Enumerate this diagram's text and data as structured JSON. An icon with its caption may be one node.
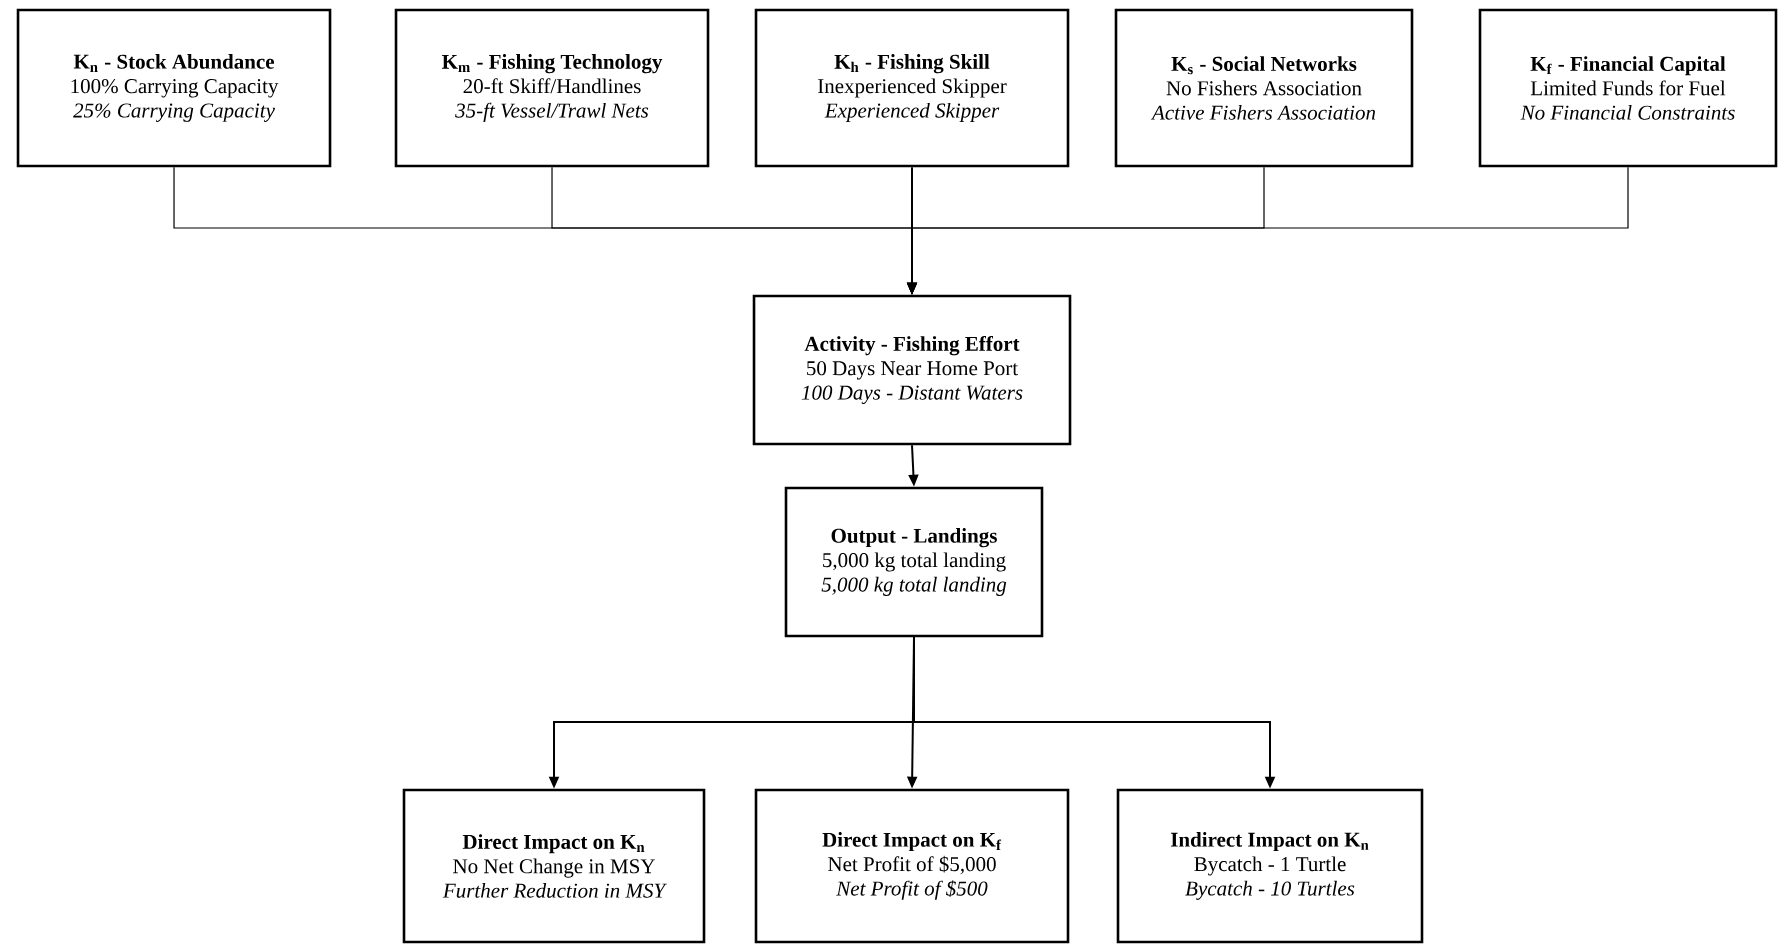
{
  "diagram": {
    "nodes": [
      {
        "text": [
          "K$_{n}$ - Stock Abundance",
          "100% Carrying Capacity",
          "25% Carrying Capacity"
        ]
      },
      {
        "text": [
          "K$_{m}$ - Fishing Technology",
          "20-ft Skiff/Handlines",
          "35-ft Vessel/Trawl Nets"
        ]
      },
      {
        "text": [
          "K$_{h}$ - Fishing Skill",
          "Inexperienced Skipper",
          "Experienced Skipper"
        ]
      },
      {
        "text": [
          "K$_{s}$ - Social Networks",
          "No Fishers Association",
          "Active Fishers Association"
        ]
      },
      {
        "text": [
          "K$_{f}$ - Financial Capital",
          "Limited Funds for Fuel",
          "No Financial Constraints"
        ]
      },
      {
        "text": [
          "Activity - Fishing Effort",
          "50 Days Near Home Port",
          "100 Days - Distant Waters"
        ]
      },
      {
        "text": [
          "Output - Landings",
          "5,000 kg total landing",
          "5,000 kg total landing"
        ]
      },
      {
        "text": [
          "Direct Impact on K$_{n}$",
          "No Net Change in MSY",
          "Further Reduction in MSY"
        ]
      },
      {
        "text": [
          "Direct Impact on K$_{f}$",
          "Net Profit of $5,000",
          "Net Profit of $500"
        ]
      },
      {
        "text": [
          "Indirect Impact on K$_{n}$",
          "Bycatch - 1 Turtle",
          "Bycatch - 10 Turtles"
        ]
      }
    ],
    "edges": [
      {
        "from": 0,
        "to": 5,
        "arrow": "to"
      },
      {
        "from": 1,
        "to": 5,
        "arrow": "to"
      },
      {
        "from": 2,
        "to": 5,
        "arrow": "to"
      },
      {
        "from": 3,
        "to": 5,
        "arrow": "to"
      },
      {
        "from": 4,
        "to": 5,
        "arrow": "to"
      },
      {
        "from": 5,
        "to": 6,
        "arrow": "to"
      },
      {
        "from": 6,
        "to": 7,
        "arrow": "to"
      },
      {
        "from": 6,
        "to": 8,
        "arrow": "to"
      },
      {
        "from": 6,
        "to": 9,
        "arrow": "to"
      }
    ]
  }
}
